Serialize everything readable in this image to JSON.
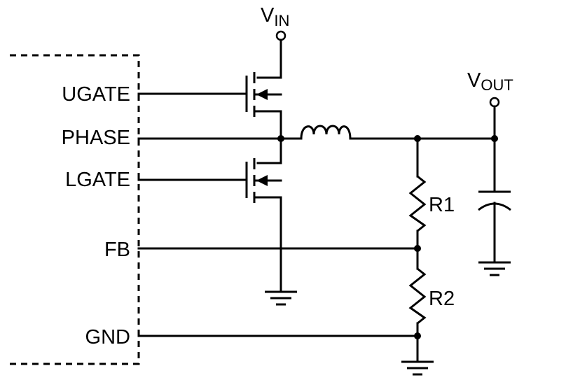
{
  "pins": {
    "ugate": "UGATE",
    "phase": "PHASE",
    "lgate": "LGATE",
    "fb": "FB",
    "gnd": "GND"
  },
  "nodes": {
    "vin_main": "V",
    "vin_sub": "IN",
    "vout_main": "V",
    "vout_sub": "OUT"
  },
  "components": {
    "r1": "R1",
    "r2": "R2"
  }
}
